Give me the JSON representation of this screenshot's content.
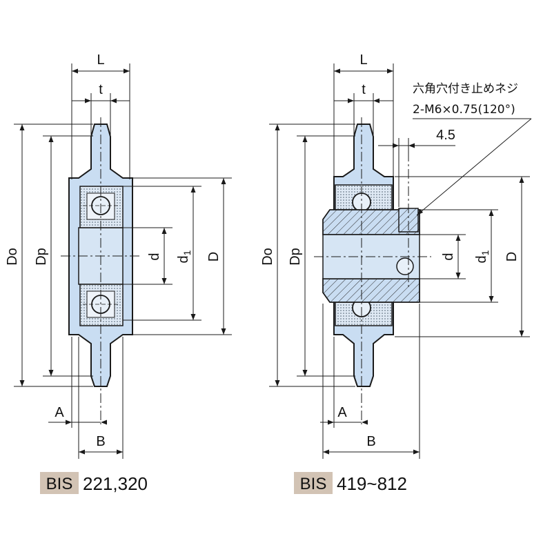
{
  "left_figure": {
    "caption_badge": "BIS",
    "caption_text": "221,320",
    "labels": {
      "L": "L",
      "t": "t",
      "Do": "Do",
      "Dp": "Dp",
      "d": "d",
      "d1": "d1",
      "D": "D",
      "A": "A",
      "B": "B"
    }
  },
  "right_figure": {
    "caption_badge": "BIS",
    "caption_text": "419~812",
    "labels": {
      "L": "L",
      "t": "t",
      "Do": "Do",
      "Dp": "Dp",
      "d": "d",
      "d1": "d1",
      "D": "D",
      "A": "A",
      "B": "B",
      "offset": "4.5"
    },
    "screw_note_line1": "六角穴付き止めネジ",
    "screw_note_line2": "2-M6×0.75(120°)"
  },
  "colors": {
    "part_fill": "#c9ddf2",
    "ball_race": "#e6eef7",
    "line": "#1a1a1a",
    "badge": "#d2c3b4"
  }
}
